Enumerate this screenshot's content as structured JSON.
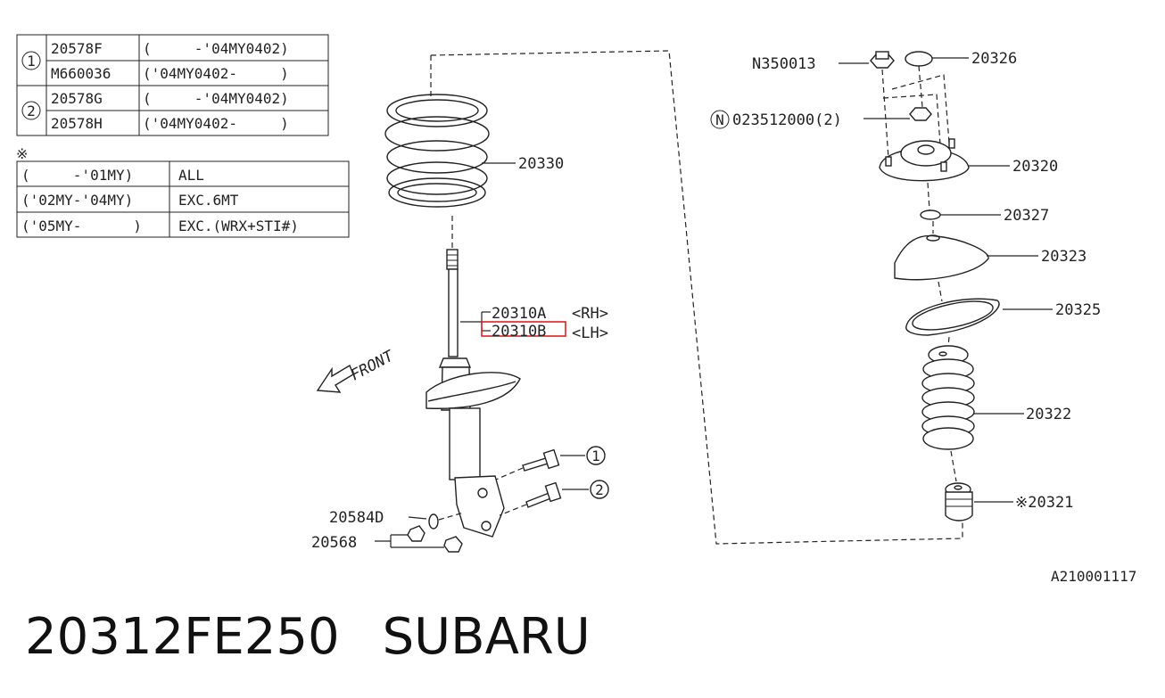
{
  "table1": {
    "rows": [
      {
        "ref": "1",
        "part": "20578F",
        "range": "(     -'04MY0402)"
      },
      {
        "ref": "",
        "part": "M660036",
        "range": "('04MY0402-     )"
      },
      {
        "ref": "2",
        "part": "20578G",
        "range": "(     -'04MY0402)"
      },
      {
        "ref": "",
        "part": "20578H",
        "range": "('04MY0402-     )"
      }
    ]
  },
  "table2": {
    "mark": "※",
    "rows": [
      {
        "range": "(     -'01MY)",
        "applies": "ALL"
      },
      {
        "range": "('02MY-'04MY)",
        "applies": "EXC.6MT"
      },
      {
        "range": "('05MY-      )",
        "applies": "EXC.(WRX+STI#)"
      }
    ]
  },
  "labels": {
    "spring": "20330",
    "strut_rh": "20310A",
    "strut_rh_side": "<RH>",
    "strut_lh": "20310B",
    "strut_lh_side": "<LH>",
    "front": "FRONT",
    "washer": "20584D",
    "nut": "20568",
    "bolt1_ref": "1",
    "bolt2_ref": "2",
    "nut_top": "N350013",
    "cap": "20326",
    "nut_n_marker": "N",
    "nut_n": "023512000(2)",
    "mount": "20320",
    "washer_top": "20327",
    "seat": "20323",
    "rubber_seat": "20325",
    "boot": "20322",
    "bump_stop": "※20321",
    "drawing_id": "A210001117"
  },
  "highlight": {
    "target": "20310B",
    "color": "#e02020"
  },
  "caption": {
    "part_number": "20312FE250",
    "brand": "SUBARU"
  }
}
